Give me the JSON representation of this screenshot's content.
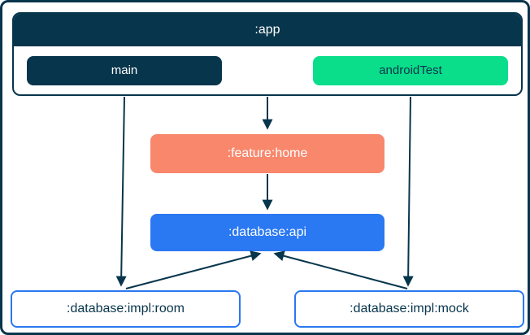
{
  "diagram": {
    "colors": {
      "navy": "#07354C",
      "green": "#0ADE8A",
      "coral": "#F8876C",
      "blue": "#2A78F2"
    },
    "nodes": {
      "app": {
        "label": ":app"
      },
      "main": {
        "label": "main"
      },
      "androidTest": {
        "label": "androidTest"
      },
      "feature_home": {
        "label": ":feature:home"
      },
      "database_api": {
        "label": ":database:api"
      },
      "database_impl_room": {
        "label": ":database:impl:room"
      },
      "database_impl_mock": {
        "label": ":database:impl:mock"
      }
    },
    "edges": [
      {
        "from": "app",
        "to": "feature_home"
      },
      {
        "from": "main",
        "to": "database_impl_room"
      },
      {
        "from": "androidTest",
        "to": "database_impl_mock"
      },
      {
        "from": "feature_home",
        "to": "database_api"
      },
      {
        "from": "database_impl_room",
        "to": "database_api"
      },
      {
        "from": "database_impl_mock",
        "to": "database_api"
      }
    ]
  }
}
